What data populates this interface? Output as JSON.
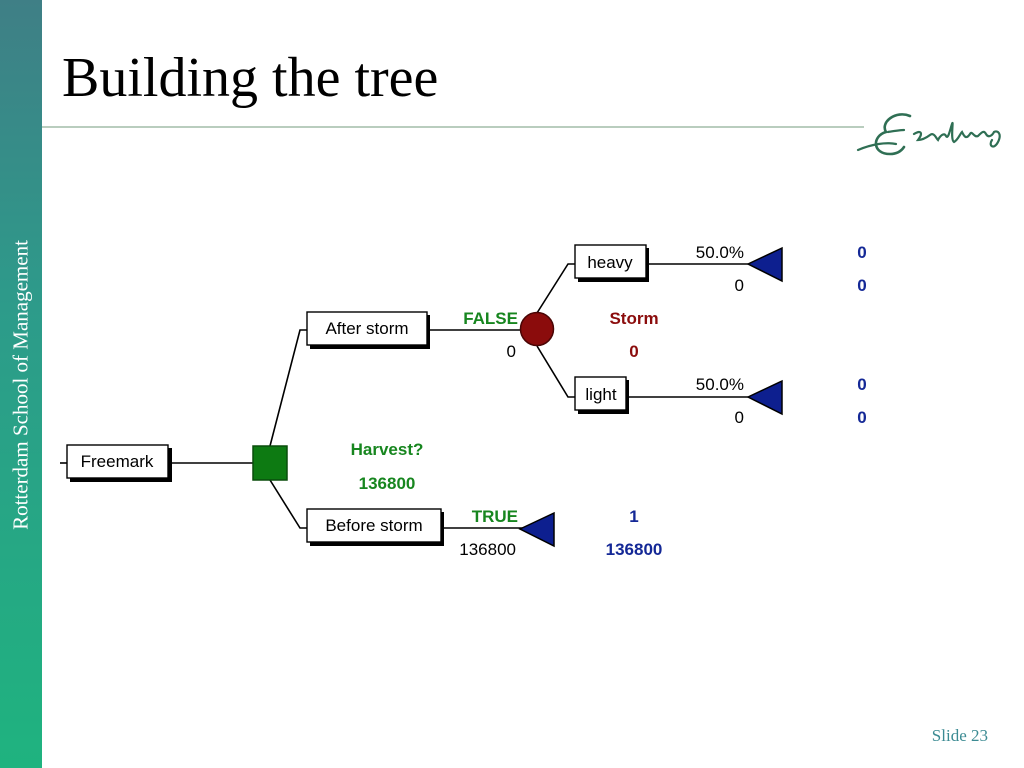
{
  "slide": {
    "title": "Building the tree",
    "sidebar_text": "Rotterdam School of Management",
    "slide_number": "Slide 23",
    "logo_icon": "erasmus-signature-logo"
  },
  "tree": {
    "root": {
      "label": "Freemark"
    },
    "decision": {
      "name": "Harvest?",
      "value": "136800"
    },
    "branch_after": {
      "label": "After storm",
      "flag": "FALSE",
      "value": "0"
    },
    "branch_before": {
      "label": "Before storm",
      "flag": "TRUE",
      "value": "136800",
      "prob": "1",
      "payoff": "136800"
    },
    "chance": {
      "name": "Storm",
      "value": "0"
    },
    "heavy": {
      "label": "heavy",
      "prob": "50.0%",
      "value": "0",
      "out_prob": "0",
      "out_payoff": "0"
    },
    "light": {
      "label": "light",
      "prob": "50.0%",
      "value": "0",
      "out_prob": "0",
      "out_payoff": "0"
    }
  },
  "colors": {
    "decision_node": "#0d7a12",
    "chance_node": "#8b0c0c",
    "terminal_node": "#0d1f8f",
    "green_text": "#17861f",
    "red_text": "#8b0c0c",
    "blue_text": "#142896"
  }
}
